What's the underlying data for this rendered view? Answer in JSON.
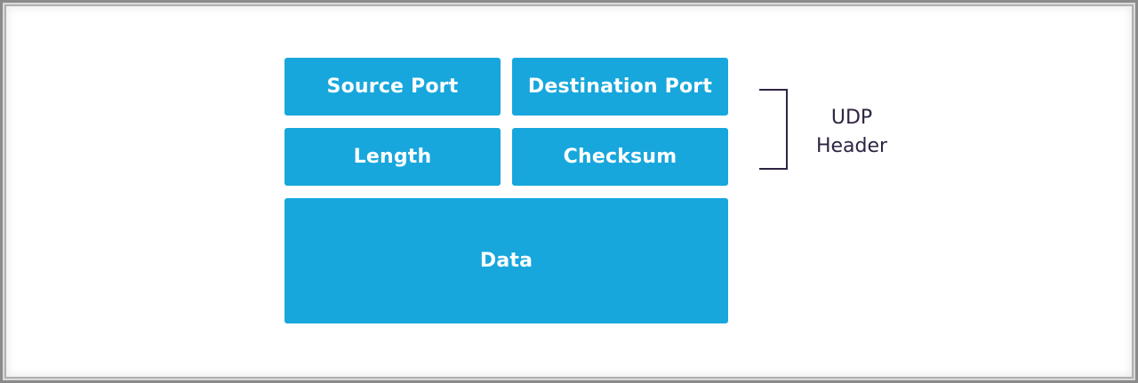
{
  "fields": {
    "source_port": "Source Port",
    "destination_port": "Destination Port",
    "length": "Length",
    "checksum": "Checksum",
    "data": "Data"
  },
  "header_label": {
    "line1": "UDP",
    "line2": "Header"
  },
  "colors": {
    "field_fill": "#17a7dc",
    "field_text": "#ffffff",
    "bracket": "#2f2443",
    "background": "#ffffff"
  }
}
